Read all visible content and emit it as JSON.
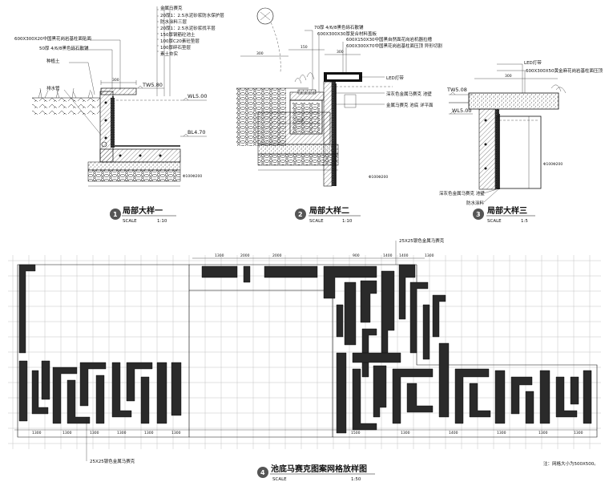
{
  "details": [
    {
      "id": "detail-1",
      "number": "1",
      "title": "局部大样一",
      "scale_label": "SCALE",
      "scale": "1:10",
      "callouts": [
        "金属马赛克",
        "20厚1：2.5水泥砂浆防水保护层",
        "防水涂料三层",
        "20厚1：2.5水泥砂浆找平层",
        "150厚钢筋砼池土",
        "100厚C20素砼垫层",
        "100厚碎石垫层",
        "素土夯实"
      ],
      "left_callouts": [
        "600X300X20中国黑花岗岩基柱面贴面",
        "50厚 4/6/8黑色砾石散铺",
        "种植土",
        "排水管"
      ],
      "levels": [
        "TW5.80",
        "WL5.00",
        "BL4.70"
      ],
      "pipe": "Φ100Φ200"
    },
    {
      "id": "detail-2",
      "number": "2",
      "title": "局部大样二",
      "scale_label": "SCALE",
      "scale": "1:10",
      "callouts": [
        "70厚 4/6/8黑色砾石散铺",
        "600X300X30厚复合材料盖板",
        "600X150X30中国黑自然面花岗岩机器拉槽",
        "600X300X70中国黑花岗岩基柱面压顶 异形切割"
      ],
      "side_callouts": [
        "LED灯带",
        "深灰色金属马赛克 池壁",
        "金属马赛克 池底 详平面"
      ],
      "pipe": "Φ100Φ200"
    },
    {
      "id": "detail-3",
      "number": "3",
      "title": "局部大样三",
      "scale_label": "SCALE",
      "scale": "1:5",
      "callouts": [
        "LED灯带",
        "600X300X50黄金麻花岗岩基柱面压顶"
      ],
      "levels": [
        "TW5.08",
        "WL5.00"
      ],
      "bottom_callouts": [
        "深灰色金属马赛克 池壁",
        "防水涂料"
      ],
      "pipe": "Φ100Φ200"
    }
  ],
  "plan": {
    "number": "4",
    "title": "池底马赛克图案网格放样图",
    "scale_label": "SCALE",
    "scale": "1:50",
    "label_top": "25X25银色金属马赛克",
    "label_bottom": "25X25银色金属马赛克",
    "note": "注：网格大小为500X500。",
    "dims_top": [
      "1300",
      "2000",
      "2000",
      "900",
      "1400",
      "1400",
      "1300"
    ],
    "dims_bottom": [
      "1300",
      "1300",
      "1300",
      "1300",
      "1300",
      "1300",
      "1500",
      "1300",
      "1400",
      "1300",
      "1300",
      "1300"
    ]
  },
  "colors": {
    "line": "#111111",
    "mosaic": "#2a2a2a",
    "grid": "#bdbdbd"
  }
}
